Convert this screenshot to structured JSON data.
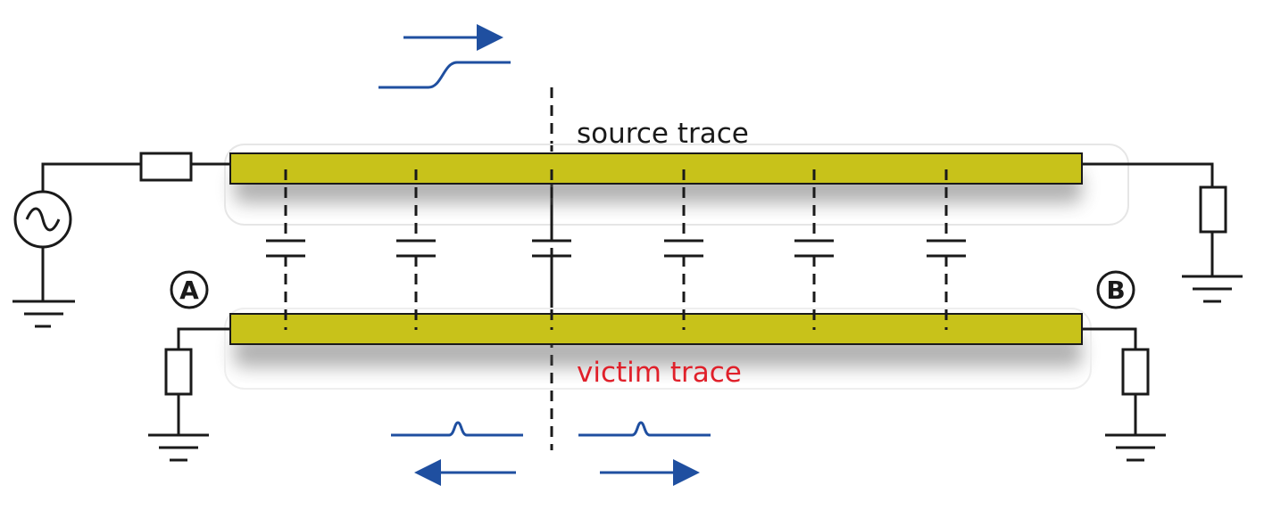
{
  "labels": {
    "source_trace": "source trace",
    "victim_trace": "victim trace",
    "node_a": "A",
    "node_b": "B"
  },
  "colors": {
    "trace_fill": "#c8c21a",
    "victim_label": "#e0202a",
    "source_label": "#1a1a1a",
    "signal_blue": "#1f4fa0"
  },
  "coupling_capacitor_count": 6
}
